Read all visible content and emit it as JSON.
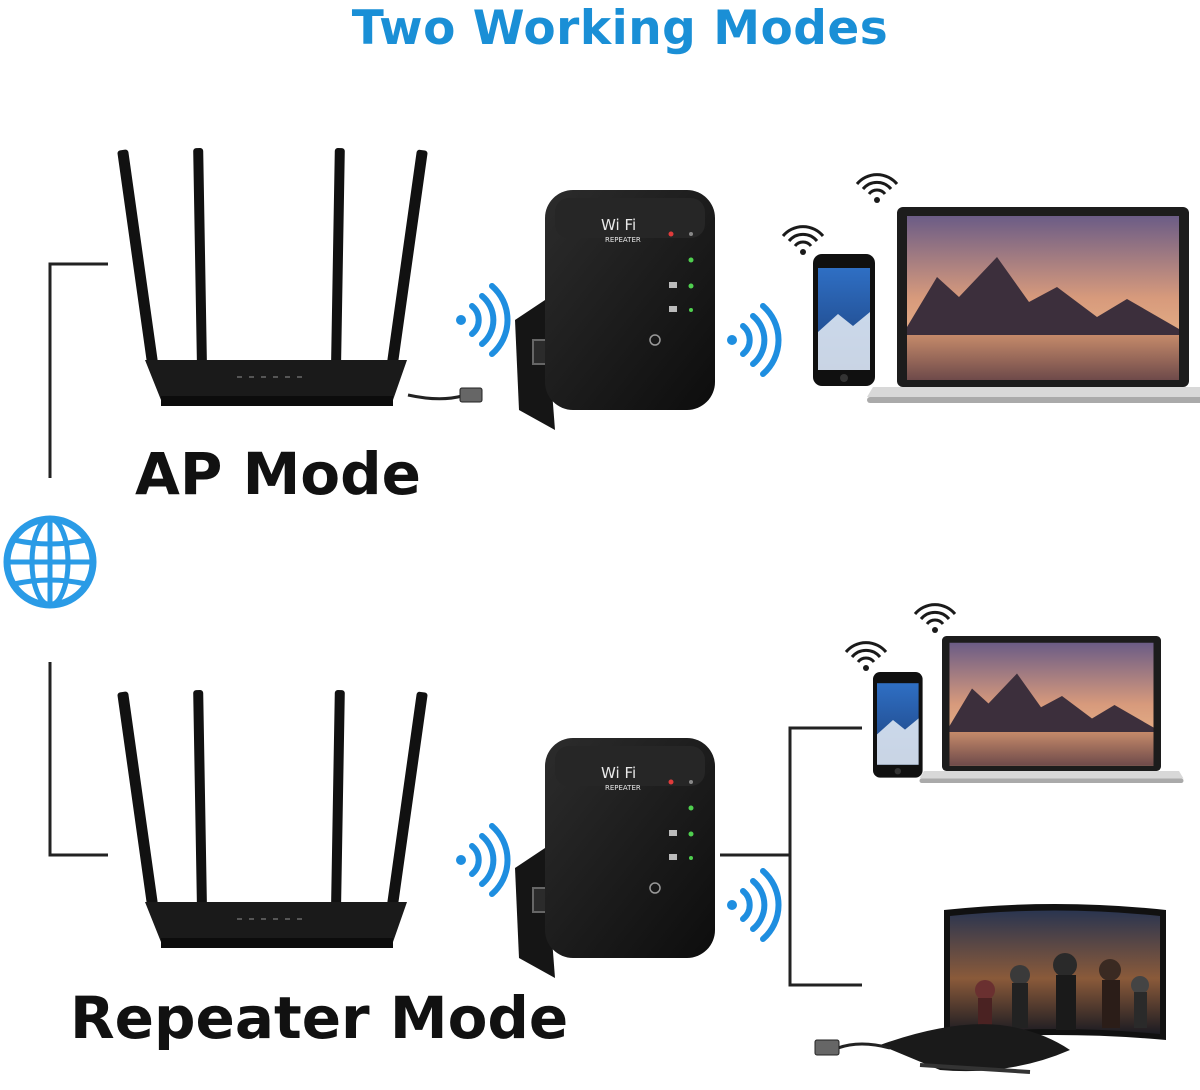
{
  "title": "Two Working Modes",
  "ap_mode": {
    "label": "AP Mode"
  },
  "repeater_mode": {
    "label": "Repeater Mode"
  },
  "device": {
    "brand": "Wi Fi",
    "subtitle": "REPEATER"
  },
  "colors": {
    "title": "#1a8fd6",
    "wifi_signal": "#1e8ee0",
    "globe": "#2a9be6",
    "device_body": "#1b1b1b",
    "connector_line": "#222222"
  },
  "icons": [
    "globe-icon",
    "router-icon",
    "wifi-repeater-icon",
    "wifi-signal-icon",
    "smartphone-icon",
    "laptop-icon",
    "tv-icon",
    "set-top-box-icon",
    "ethernet-cable-icon"
  ]
}
